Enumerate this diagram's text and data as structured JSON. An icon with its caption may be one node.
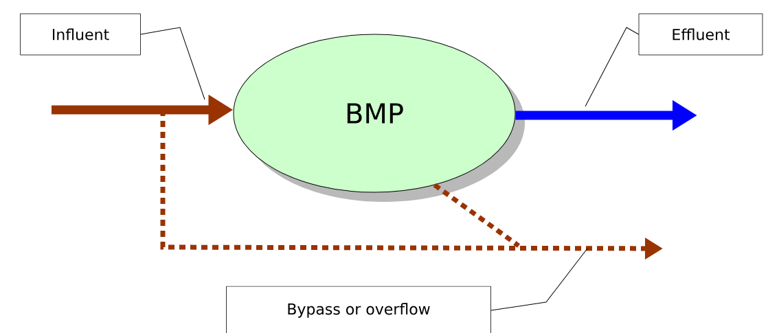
{
  "diagram": {
    "nodes": [
      {
        "text": [
          "Influent"
        ]
      },
      {
        "text": [
          "BMP"
        ]
      },
      {
        "text": [
          "Effluent"
        ]
      },
      {
        "text": [
          "Bypass or overflow"
        ]
      }
    ],
    "edges": [
      {
        "from": null,
        "to": 1,
        "arrow": "to",
        "style": "thick",
        "color": "#993300"
      },
      {
        "from": 1,
        "to": null,
        "arrow": "to",
        "style": "thick",
        "color": "#0000ff"
      },
      {
        "from": 1,
        "to": null,
        "arrow": "none",
        "style": "dashed",
        "color": "#993300"
      },
      {
        "from": 0,
        "to": null,
        "arrow": "none"
      },
      {
        "from": 2,
        "to": null,
        "arrow": "none"
      },
      {
        "from": 3,
        "to": null,
        "arrow": "none"
      }
    ]
  }
}
